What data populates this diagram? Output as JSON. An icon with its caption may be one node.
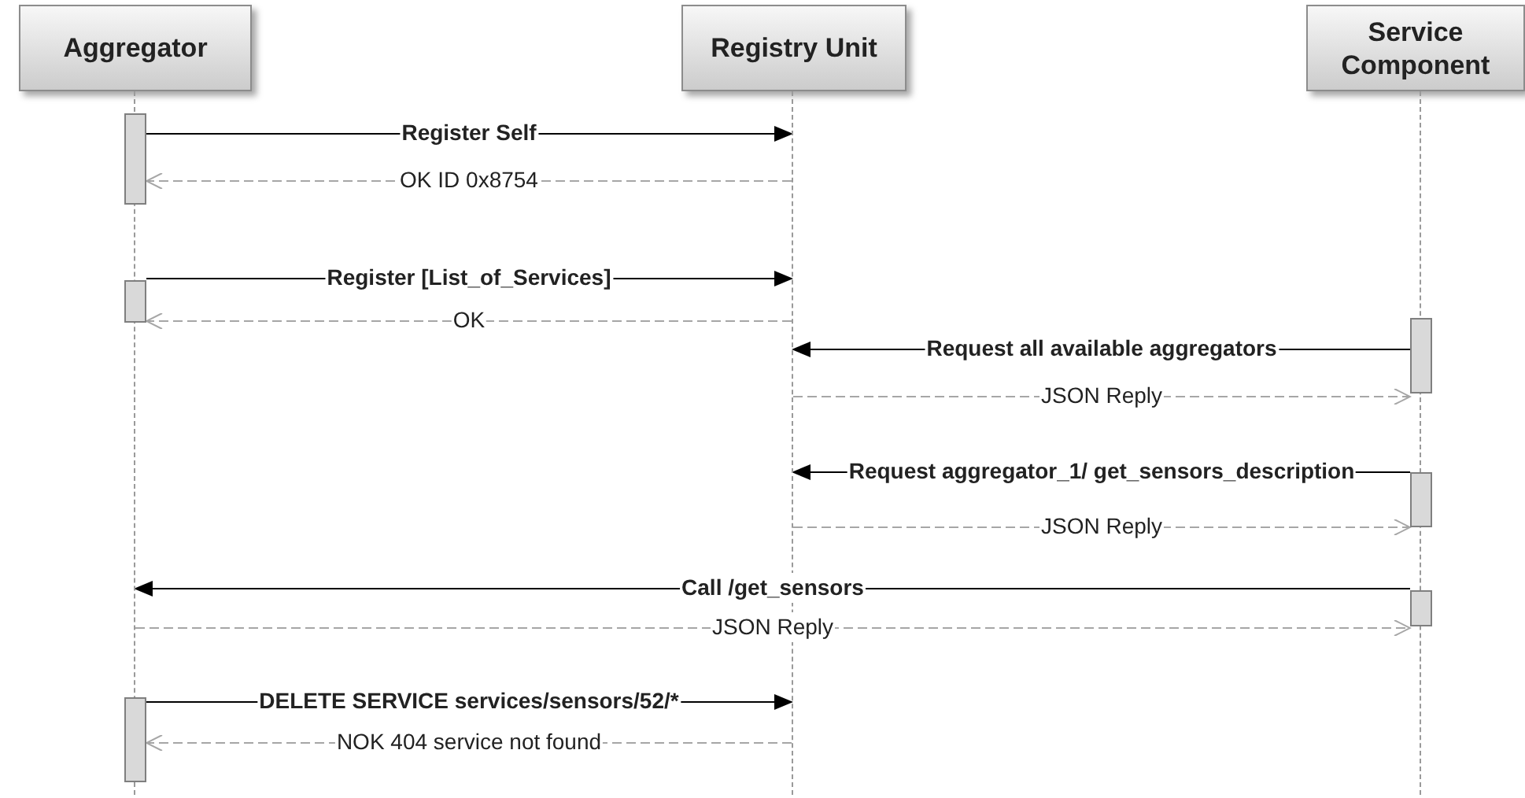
{
  "diagram": {
    "nodes": [
      {
        "text": [
          "Aggregator"
        ]
      },
      {
        "text": [
          "Registry Unit"
        ]
      },
      {
        "text": [
          "Service Component"
        ]
      },
      {
        "text": [],
        "shape": "line"
      },
      {
        "text": [],
        "shape": "line"
      },
      {
        "text": [],
        "shape": "line"
      },
      {
        "text": [],
        "shape": "bar"
      },
      {
        "text": [],
        "shape": "bar"
      },
      {
        "text": [],
        "shape": "bar"
      },
      {
        "text": [],
        "shape": "bar"
      },
      {
        "text": [],
        "shape": "bar"
      },
      {
        "text": [],
        "shape": "bar"
      }
    ],
    "edges": [
      {
        "from": 6,
        "to": 4,
        "arrow": "to",
        "label": "Register Self"
      },
      {
        "from": 4,
        "to": 6,
        "arrow": "to",
        "label": "OK ID 0x8754",
        "style": "dashed",
        "color": "#a6a6a6"
      },
      {
        "from": 7,
        "to": 4,
        "arrow": "to",
        "label": "Register [List_of_Services]"
      },
      {
        "from": 4,
        "to": 7,
        "arrow": "to",
        "label": "OK",
        "style": "dashed",
        "color": "#a6a6a6"
      },
      {
        "from": 9,
        "to": 4,
        "arrow": "to",
        "label": "Request all available aggregators"
      },
      {
        "from": 4,
        "to": 9,
        "arrow": "to",
        "label": "JSON Reply",
        "style": "dashed",
        "color": "#a6a6a6"
      },
      {
        "from": 10,
        "to": 4,
        "arrow": "to",
        "label": "Request aggregator_1/ get_sensors_description"
      },
      {
        "from": 4,
        "to": 10,
        "arrow": "to",
        "label": "JSON Reply",
        "style": "dashed",
        "color": "#a6a6a6"
      },
      {
        "from": 11,
        "to": 3,
        "arrow": "to",
        "label": "Call /get_sensors"
      },
      {
        "from": 3,
        "to": 11,
        "arrow": "to",
        "label": "JSON Reply",
        "style": "dashed",
        "color": "#a6a6a6"
      },
      {
        "from": 8,
        "to": 4,
        "arrow": "to",
        "label": "DELETE SERVICE services/sensors/52/*"
      },
      {
        "from": 4,
        "to": 8,
        "arrow": "to",
        "label": "NOK 404 service not found",
        "style": "dashed",
        "color": "#a6a6a6"
      }
    ]
  }
}
